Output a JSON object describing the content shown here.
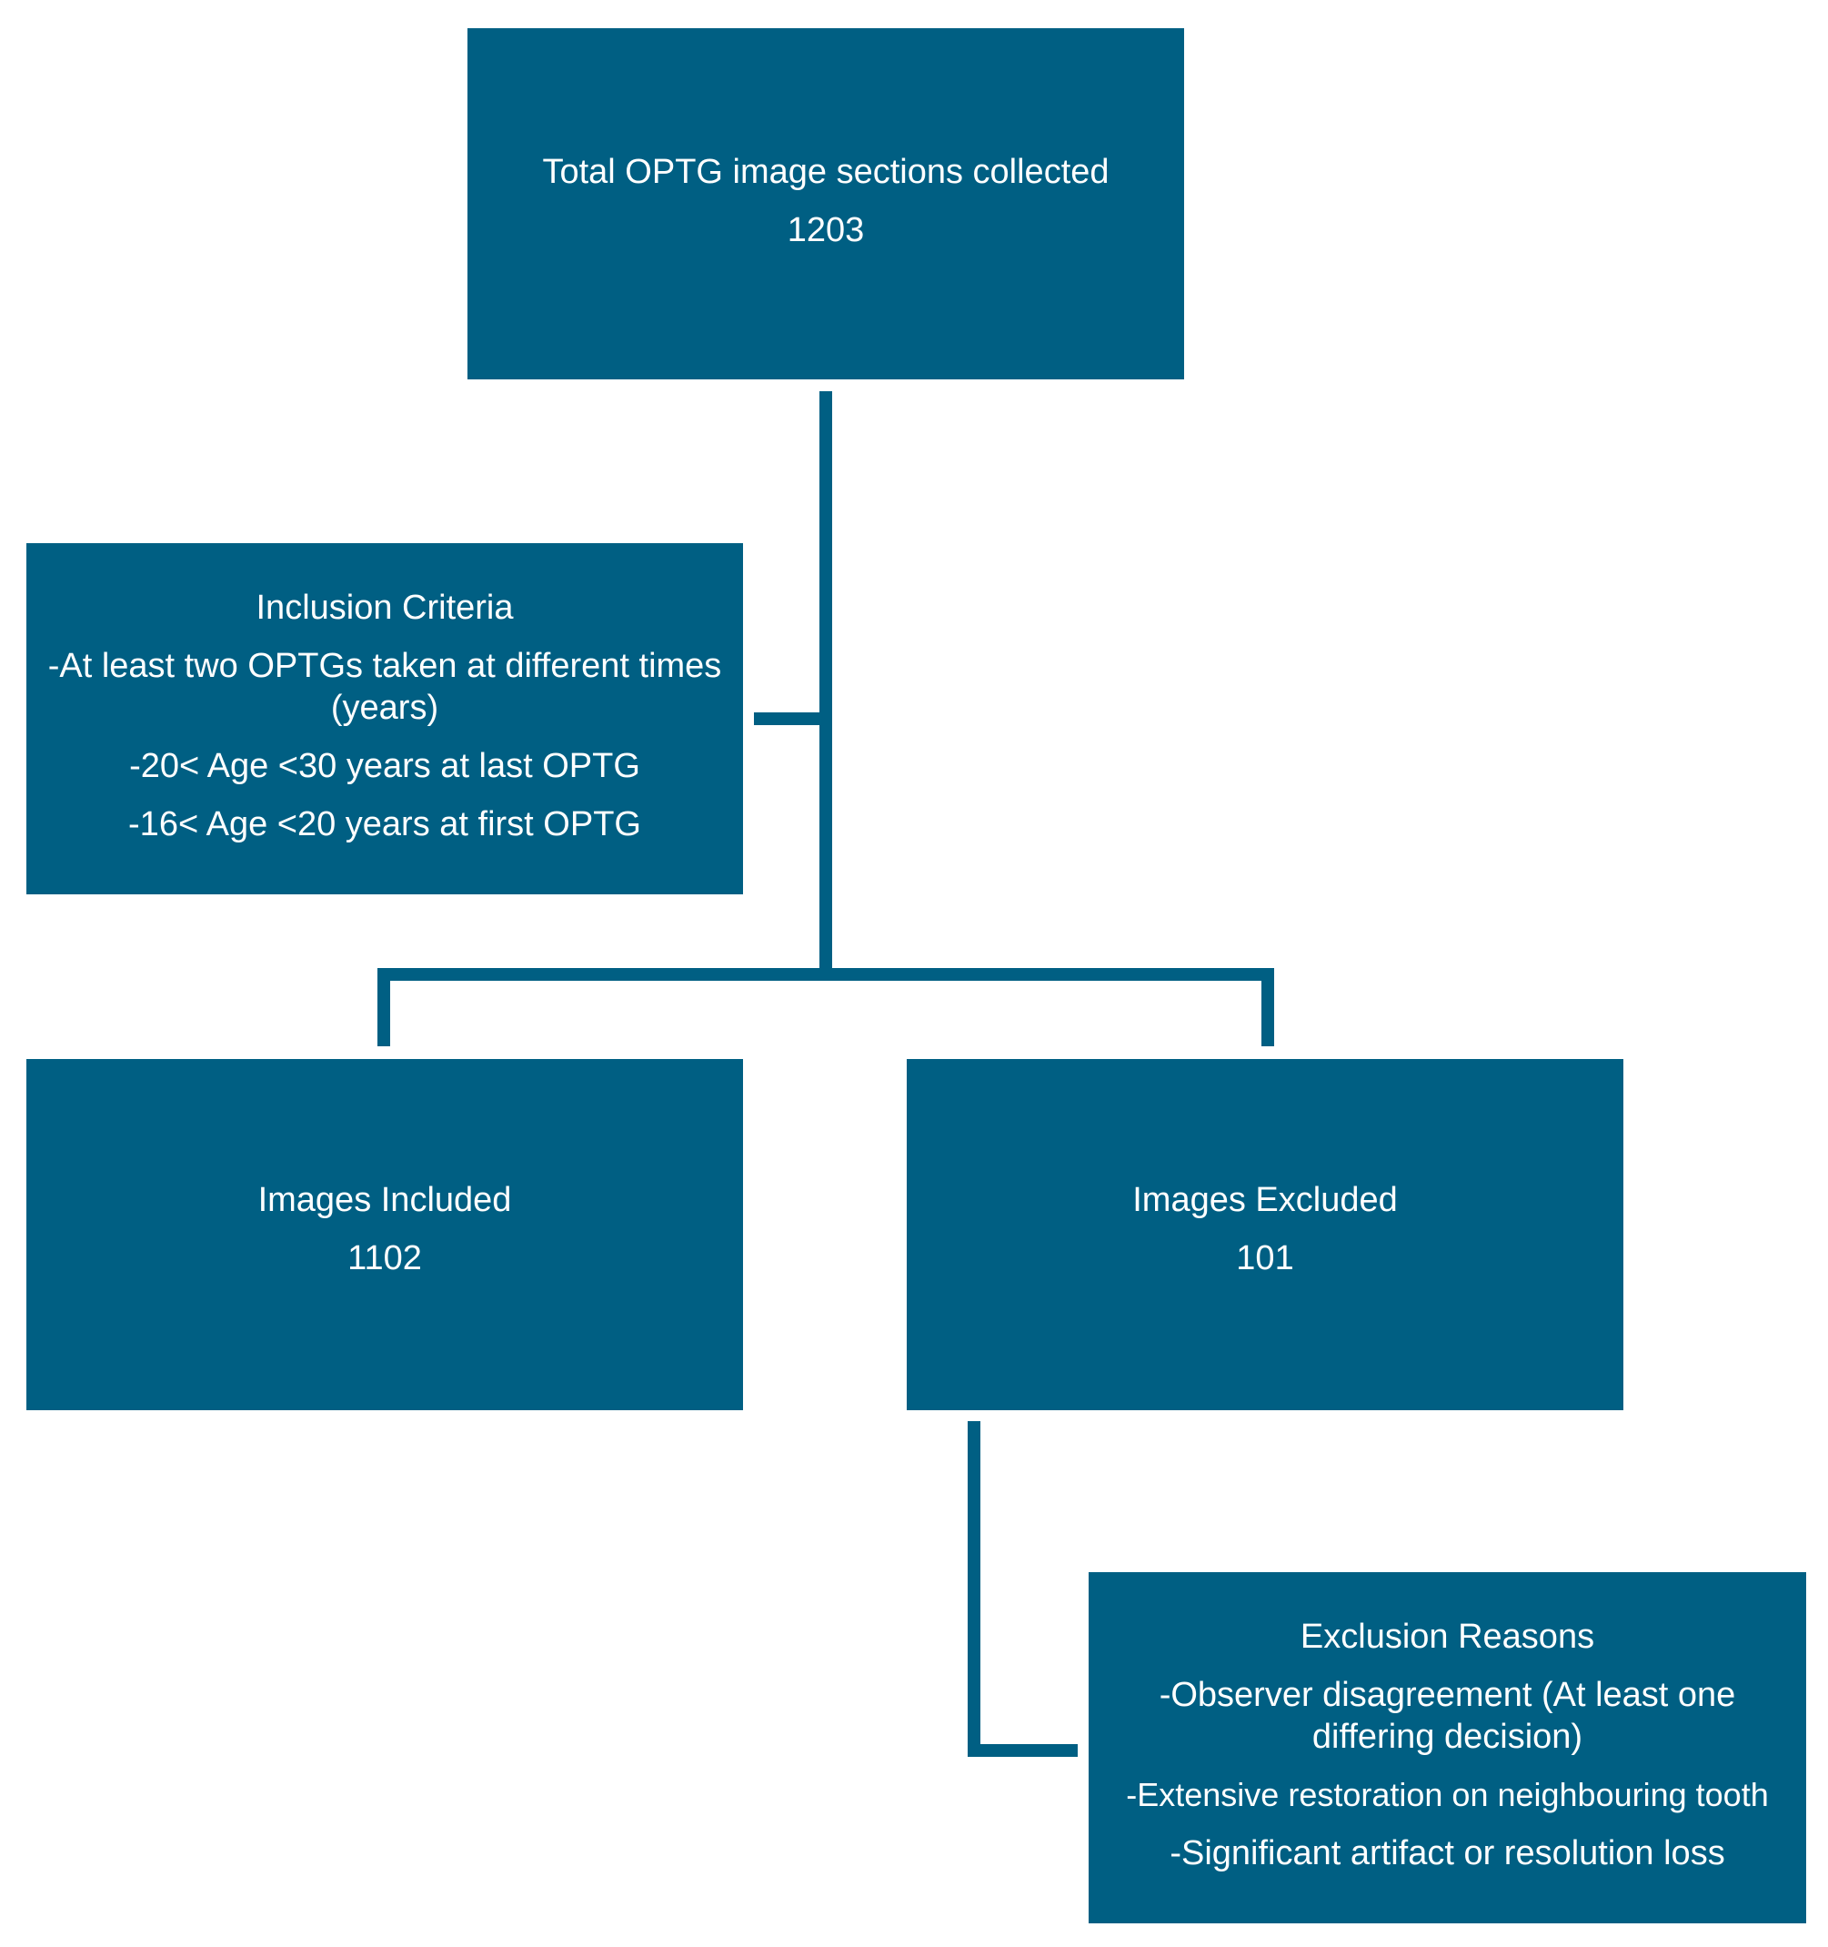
{
  "colors": {
    "box": "#005f83",
    "line": "#005f83",
    "text": "#ffffff"
  },
  "total": {
    "label": "Total OPTG image sections collected",
    "count": "1203"
  },
  "inclusion": {
    "title": "Inclusion Criteria",
    "items": [
      "-At least two OPTGs taken at different times (years)",
      "-20< Age <30 years at last OPTG",
      "-16< Age <20 years at first OPTG"
    ]
  },
  "included": {
    "label": "Images Included",
    "count": "1102"
  },
  "excluded": {
    "label": "Images Excluded",
    "count": "101"
  },
  "exclusion": {
    "title": "Exclusion Reasons",
    "items": [
      "-Observer disagreement (At least one differing decision)",
      "-Extensive restoration on neighbouring tooth",
      "-Significant artifact or resolution loss"
    ]
  }
}
